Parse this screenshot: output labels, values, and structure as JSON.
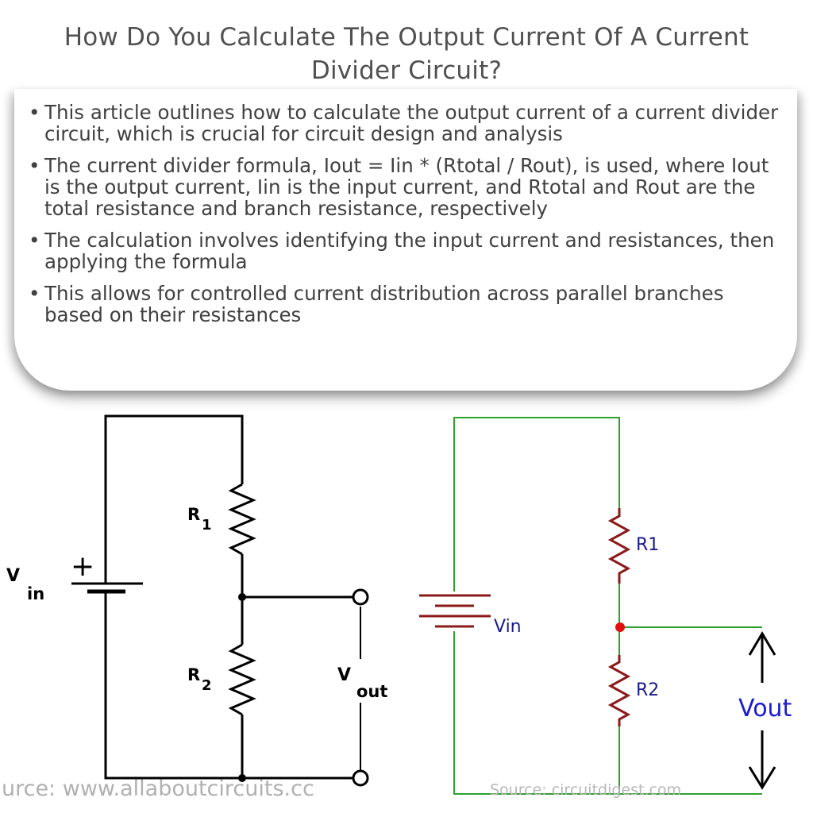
{
  "title": {
    "line1": "How Do You Calculate The Output Current Of A Current",
    "line2": "Divider Circuit?"
  },
  "bullets": [
    "This article outlines how to calculate the output current of a current divider circuit, which is crucial for circuit design and analysis",
    "The current divider formula, Iout = Iin * (Rtotal / Rout), is used, where Iout is the output current, Iin is the input current, and Rtotal and Rout are the total resistance and branch resistance, respectively",
    "The calculation involves identifying the input current and resistances, then applying the formula",
    "This allows for controlled current distribution across parallel branches based on their resistances"
  ],
  "bullet_marker": "•",
  "left_circuit": {
    "vin_main": "V",
    "vin_sub": "in",
    "plus": "+",
    "r1_main": "R",
    "r1_sub": "1",
    "r2_main": "R",
    "r2_sub": "2",
    "vout_main": "V",
    "vout_sub": "out",
    "source": "urce: www.allaboutcircuits.cc",
    "wire_color": "#000000"
  },
  "right_circuit": {
    "r1": "R1",
    "r2": "R2",
    "vin": "Vin",
    "vout": "Vout",
    "source": "Source: circuitdigest.com",
    "wire_color": "#2ea02e",
    "component_color": "#8b1a1a",
    "label_color": "#1a1a8c",
    "vout_color": "#1a1ad0"
  }
}
